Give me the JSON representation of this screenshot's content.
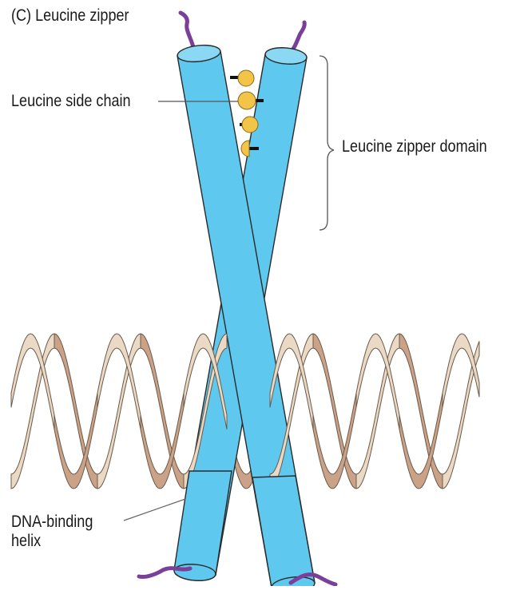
{
  "title": "(C) Leucine zipper",
  "labels": {
    "side_chain": "Leucine side chain",
    "zipper_domain": "Leucine zipper domain",
    "dna_binding_line1": "DNA-binding",
    "dna_binding_line2": "helix"
  },
  "colors": {
    "helix_fill": "#5ec8ee",
    "helix_cap": "#8ad8f3",
    "helix_edge": "#2a2a2a",
    "tail": "#7b3f99",
    "leucine": "#f2c548",
    "dna_front": "#ead9c5",
    "dna_back": "#c9a287",
    "bracket": "#555555"
  }
}
